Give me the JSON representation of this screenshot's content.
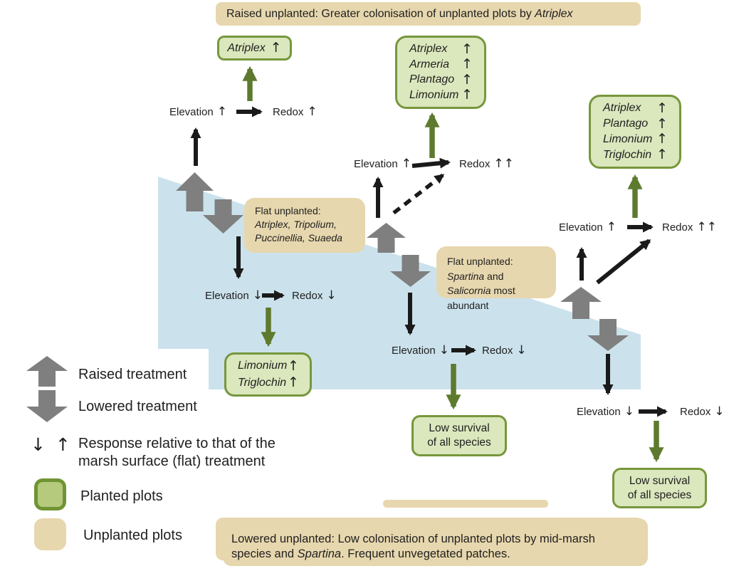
{
  "top_banner": {
    "text": "Raised unplanted: Greater colonisation of unplanted plots by ",
    "species": "Atriplex"
  },
  "bottom_banner": {
    "line1": "Lowered unplanted: Low colonisation of unplanted plots by mid-marsh",
    "line2_pre": "species and ",
    "line2_species": "Spartina",
    "line2_post": ". Frequent unvegetated patches."
  },
  "flow_labels": {
    "left_up": {
      "elevation": "Elevation",
      "elevation_arrow": "↑",
      "redox": "Redox",
      "redox_arrow": "↑"
    },
    "left_down": {
      "elevation": "Elevation",
      "elevation_arrow": "↓",
      "redox": "Redox",
      "redox_arrow": "↓"
    },
    "mid_up": {
      "elevation": "Elevation",
      "elevation_arrow": "↑",
      "redox": "Redox",
      "redox_arrow": "↑↑"
    },
    "mid_down": {
      "elevation": "Elevation",
      "elevation_arrow": "↓",
      "redox": "Redox",
      "redox_arrow": "↓"
    },
    "right_up": {
      "elevation": "Elevation",
      "elevation_arrow": "↑",
      "redox": "Redox",
      "redox_arrow": "↑↑"
    },
    "right_down": {
      "elevation": "Elevation",
      "elevation_arrow": "↓",
      "redox": "Redox",
      "redox_arrow": "↓"
    }
  },
  "green_boxes": {
    "atriplex": {
      "lines": [
        {
          "species": "Atriplex",
          "arrow": "↑"
        }
      ]
    },
    "mid_upper": {
      "lines": [
        {
          "species": "Atriplex",
          "arrow": "↑"
        },
        {
          "species": "Armeria",
          "arrow": "↑"
        },
        {
          "species": "Plantago",
          "arrow": "↑"
        },
        {
          "species": "Limonium",
          "arrow": "↑"
        }
      ]
    },
    "right_upper": {
      "lines": [
        {
          "species": "Atriplex",
          "arrow": "↑"
        },
        {
          "species": "Plantago",
          "arrow": "↑"
        },
        {
          "species": "Limonium",
          "arrow": "↑"
        },
        {
          "species": "Triglochin",
          "arrow": "↑"
        }
      ]
    },
    "left_lower": {
      "lines": [
        {
          "species": "Limonium",
          "arrow": "↑"
        },
        {
          "species": "Triglochin",
          "arrow": "↑"
        }
      ]
    },
    "mid_lower": {
      "line1": "Low survival",
      "line2": "of all species"
    },
    "right_lower": {
      "line1": "Low survival",
      "line2": "of all species"
    }
  },
  "tan_boxes": {
    "flat_left": {
      "title": "Flat unplanted:",
      "line2": "Atriplex, Tripolium,",
      "line3": "Puccinellia, Suaeda"
    },
    "flat_mid": {
      "title": "Flat unplanted:",
      "line2_species": "Spartina",
      "line2_rest": " and",
      "line3_species": "Salicornia",
      "line3_rest": " most",
      "line4": "abundant"
    }
  },
  "legend": {
    "raised": "Raised treatment",
    "lowered": "Lowered treatment",
    "response_arrows": "↓ ↑",
    "response_line1": "Response relative to that of the",
    "response_line2": "marsh surface (flat) treatment",
    "planted": "Planted plots",
    "unplanted": "Unplanted plots"
  },
  "colors": {
    "water": "#cbe2ec",
    "tan": "#e7d7ae",
    "green_fill": "#dbe7bd",
    "green_border": "#76973c",
    "legend_green_fill": "#b5ca7d",
    "arrow_gray": "#7f7f7f",
    "green_arrow": "#5d7a2e",
    "text": "#1f1f1f"
  }
}
